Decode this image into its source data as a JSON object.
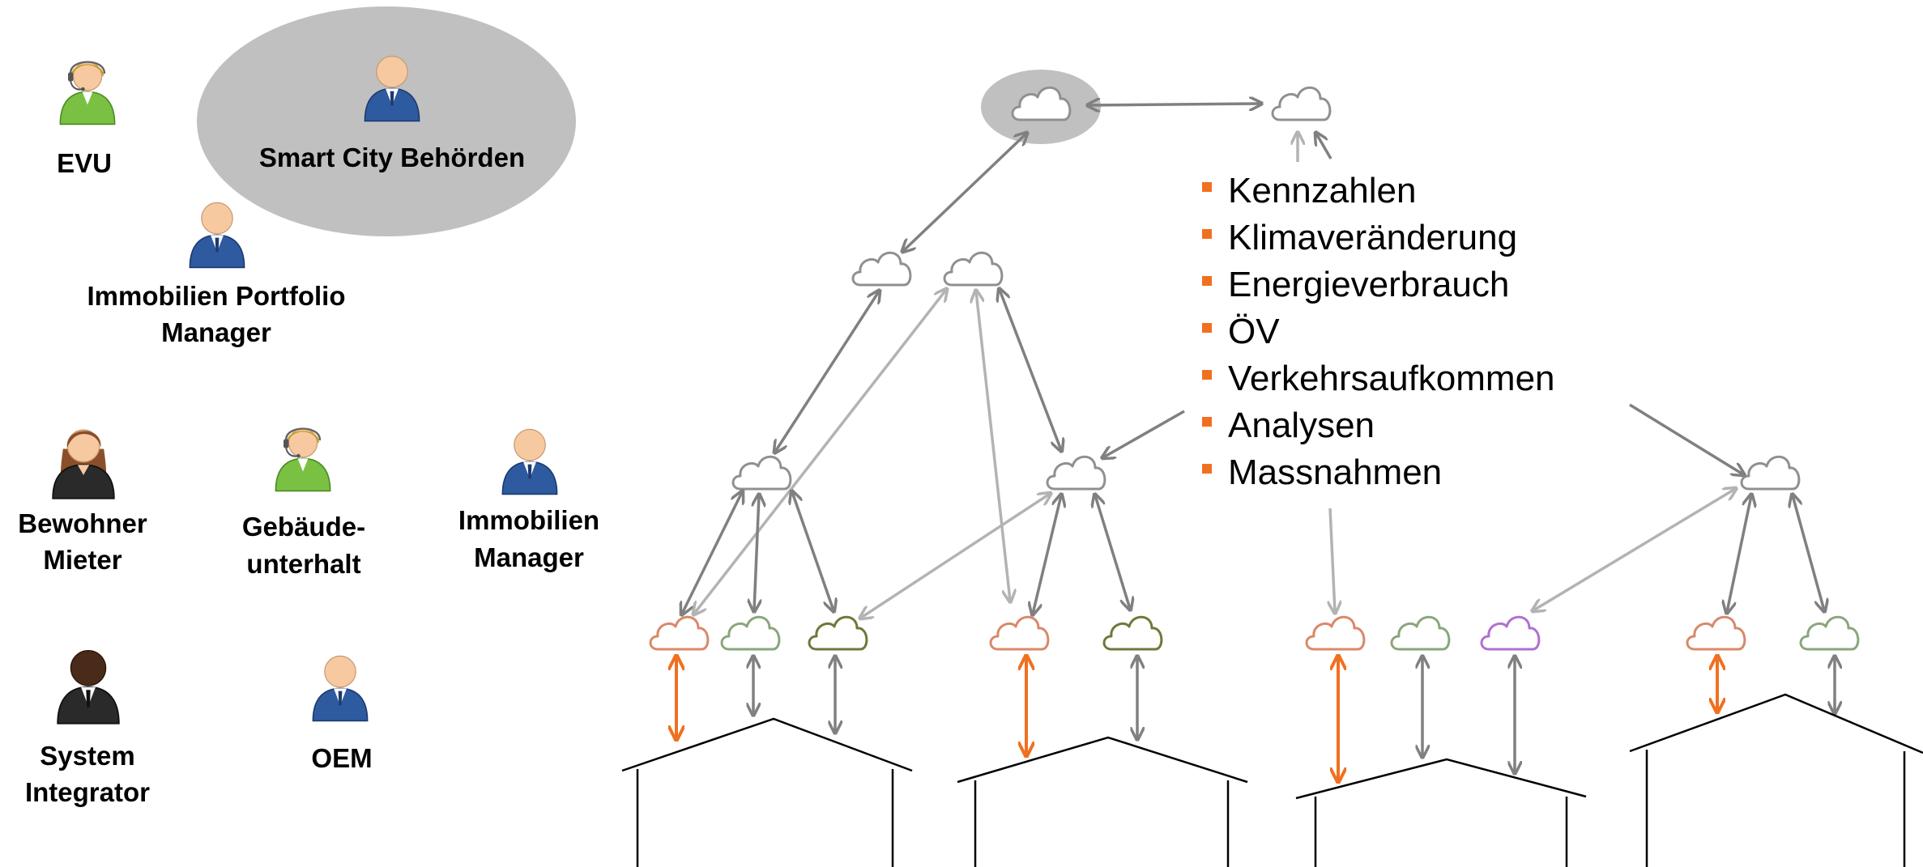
{
  "roles": {
    "evu": "EVU",
    "smart_city": "Smart City Behörden",
    "portfolio_manager": [
      "Immobilien Portfolio",
      "Manager"
    ],
    "bewohner": [
      "Bewohner",
      "Mieter"
    ],
    "gebaeude": [
      "Gebäude-",
      "unterhalt"
    ],
    "immobilien_manager": [
      "Immobilien",
      "Manager"
    ],
    "system_integrator": [
      "System",
      "Integrator"
    ],
    "oem": "OEM"
  },
  "bullets": [
    "Kennzahlen",
    "Klimaveränderung",
    "Energieverbrauch",
    "ÖV",
    "Verkehrsaufkommen",
    "Analysen",
    "Massnahmen"
  ],
  "colors": {
    "bullet": "#f07020",
    "arrow_dark": "#808080",
    "arrow_light": "#b3b3b3",
    "arrow_orange": "#f07020",
    "cloud_grey": "#909090",
    "cloud_orange": "#d9886a",
    "cloud_green": "#8aa67c",
    "cloud_olive": "#6b7a3a",
    "cloud_purple": "#b070d0",
    "highlight": "#c0c0c0"
  }
}
